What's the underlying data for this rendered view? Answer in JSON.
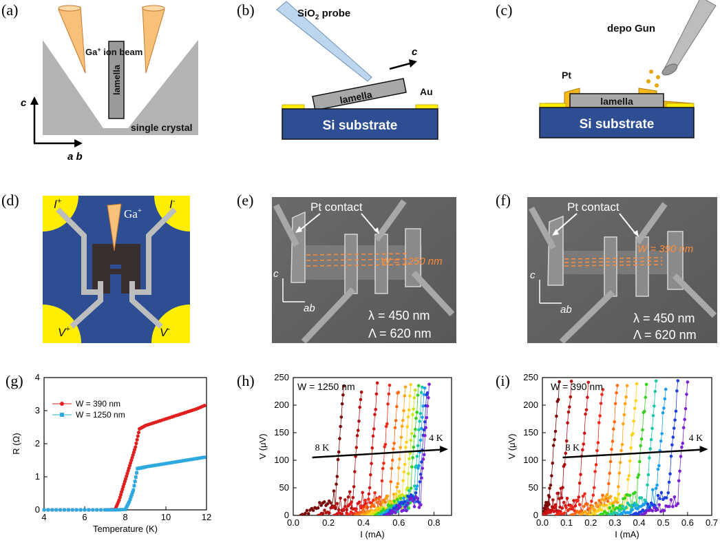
{
  "figure": {
    "panel_labels": [
      "(a)",
      "(b)",
      "(c)",
      "(d)",
      "(e)",
      "(f)",
      "(g)",
      "(h)",
      "(i)"
    ],
    "colors": {
      "substrate": "#2e4e93",
      "gold": "#f5b81d",
      "pad_yellow": "#ffee00",
      "lamella_gray": "#a8a8a8",
      "beam_orange": "#f7c27a",
      "probe_blue": "#bcd6ee",
      "orange_annotation": "#ff8c3a"
    }
  },
  "panel_a": {
    "beam_label": "Ga",
    "beam_sup": "+",
    "beam_rest": " ion beam",
    "lamella_label": "lamella",
    "crystal_label": "single crystal",
    "axis_c": "c",
    "axis_ab": "a b"
  },
  "panel_b": {
    "probe_label_pre": "SiO",
    "probe_label_sub": "2",
    "probe_label_post": " probe",
    "lamella_label": "lamella",
    "axis_c": "c",
    "au_label": "Au",
    "substrate_label": "Si substrate"
  },
  "panel_c": {
    "gun_label": "depo Gun",
    "pt_label": "Pt",
    "lamella_label": "lamella",
    "substrate_label": "Si substrate"
  },
  "panel_d": {
    "i_plus": "I",
    "i_plus_sup": "+",
    "i_minus": "I",
    "i_minus_sup": "-",
    "v_plus": "V",
    "v_plus_sup": "+",
    "v_minus": "V",
    "v_minus_sup": "-",
    "ga_label": "Ga",
    "ga_sup": "+"
  },
  "panel_e": {
    "contact_label": "Pt contact",
    "width_label": "W = 1250 nm",
    "axis_c": "c",
    "axis_ab": "ab",
    "lambda_label": "λ = 450 nm",
    "Lambda_label": "Λ = 620 nm"
  },
  "panel_f": {
    "contact_label": "Pt contact",
    "width_label": "W = 390 nm",
    "axis_c": "c",
    "axis_ab": "ab",
    "lambda_label": "λ = 450 nm",
    "Lambda_label": "Λ = 620 nm"
  },
  "chart_data": [
    {
      "type": "line",
      "panel": "(g)",
      "xlabel": "Temperature (K)",
      "ylabel": "R  (Ω)",
      "xlim": [
        4,
        12
      ],
      "ylim": [
        0,
        4
      ],
      "xticks": [
        4,
        6,
        8,
        10,
        12
      ],
      "yticks": [
        0,
        1,
        2,
        3,
        4
      ],
      "legend_position": "upper-left",
      "series": [
        {
          "name": "W = 390 nm",
          "color": "#e21f1f",
          "marker": "circle",
          "x": [
            4.0,
            5.0,
            6.0,
            7.0,
            7.5,
            7.7,
            7.9,
            8.1,
            8.3,
            8.5,
            8.7,
            9.0,
            9.5,
            10.0,
            10.5,
            11.0,
            11.5,
            12.0
          ],
          "y": [
            0.0,
            0.0,
            0.0,
            0.0,
            0.01,
            0.3,
            0.7,
            1.1,
            1.5,
            1.9,
            2.45,
            2.55,
            2.65,
            2.75,
            2.85,
            2.95,
            3.05,
            3.18
          ]
        },
        {
          "name": "W = 1250 nm",
          "color": "#2fa8e0",
          "marker": "square",
          "x": [
            4.0,
            5.0,
            6.0,
            7.0,
            7.5,
            8.0,
            8.2,
            8.4,
            8.6,
            8.8,
            9.0,
            9.5,
            10.0,
            10.5,
            11.0,
            11.5,
            12.0
          ],
          "y": [
            0.0,
            0.0,
            0.0,
            0.0,
            0.0,
            0.01,
            0.25,
            0.6,
            1.25,
            1.27,
            1.3,
            1.35,
            1.4,
            1.45,
            1.5,
            1.55,
            1.6
          ]
        }
      ]
    },
    {
      "type": "scatter",
      "panel": "(h)",
      "annotation": "W = 1250 nm",
      "xlabel": "I (mA)",
      "ylabel": "V (μV)",
      "xlim": [
        0.0,
        0.9
      ],
      "ylim": [
        0,
        250
      ],
      "xticks": [
        0.0,
        0.2,
        0.4,
        0.6,
        0.8
      ],
      "yticks": [
        0,
        50,
        100,
        150,
        200,
        250
      ],
      "arrow_labels": {
        "start": "8 K",
        "end": "4 K"
      },
      "curves": [
        {
          "color": "#7a0a0a",
          "onset": 0.24
        },
        {
          "color": "#b01010",
          "onset": 0.34
        },
        {
          "color": "#d21414",
          "onset": 0.43
        },
        {
          "color": "#ef2a1a",
          "onset": 0.5
        },
        {
          "color": "#ff6a10",
          "onset": 0.55
        },
        {
          "color": "#ffa512",
          "onset": 0.59
        },
        {
          "color": "#ffd21a",
          "onset": 0.62
        },
        {
          "color": "#c6e818",
          "onset": 0.645
        },
        {
          "color": "#36d21e",
          "onset": 0.665
        },
        {
          "color": "#1ac9a8",
          "onset": 0.685
        },
        {
          "color": "#1a9ef0",
          "onset": 0.7
        },
        {
          "color": "#1d3fdc",
          "onset": 0.715
        },
        {
          "color": "#7a1fd1",
          "onset": 0.725
        }
      ]
    },
    {
      "type": "scatter",
      "panel": "(i)",
      "annotation": "W = 390 nm",
      "xlabel": "I (mA)",
      "ylabel": "V (μV)",
      "xlim": [
        0.0,
        0.7
      ],
      "ylim": [
        0,
        250
      ],
      "xticks": [
        0.0,
        0.1,
        0.2,
        0.3,
        0.4,
        0.5,
        0.6,
        0.7
      ],
      "yticks": [
        0,
        50,
        100,
        150,
        200,
        250
      ],
      "arrow_labels": {
        "start": "8 K",
        "end": "4 K"
      },
      "curves": [
        {
          "color": "#7a0a0a",
          "onset": 0.03
        },
        {
          "color": "#b01010",
          "onset": 0.08
        },
        {
          "color": "#d21414",
          "onset": 0.15
        },
        {
          "color": "#ef2a1a",
          "onset": 0.21
        },
        {
          "color": "#ff6a10",
          "onset": 0.27
        },
        {
          "color": "#ffa512",
          "onset": 0.31
        },
        {
          "color": "#ffd21a",
          "onset": 0.35
        },
        {
          "color": "#36d21e",
          "onset": 0.39
        },
        {
          "color": "#1ac9a8",
          "onset": 0.43
        },
        {
          "color": "#1a9ef0",
          "onset": 0.47
        },
        {
          "color": "#1d3fdc",
          "onset": 0.52
        },
        {
          "color": "#7a1fd1",
          "onset": 0.56
        }
      ]
    }
  ]
}
